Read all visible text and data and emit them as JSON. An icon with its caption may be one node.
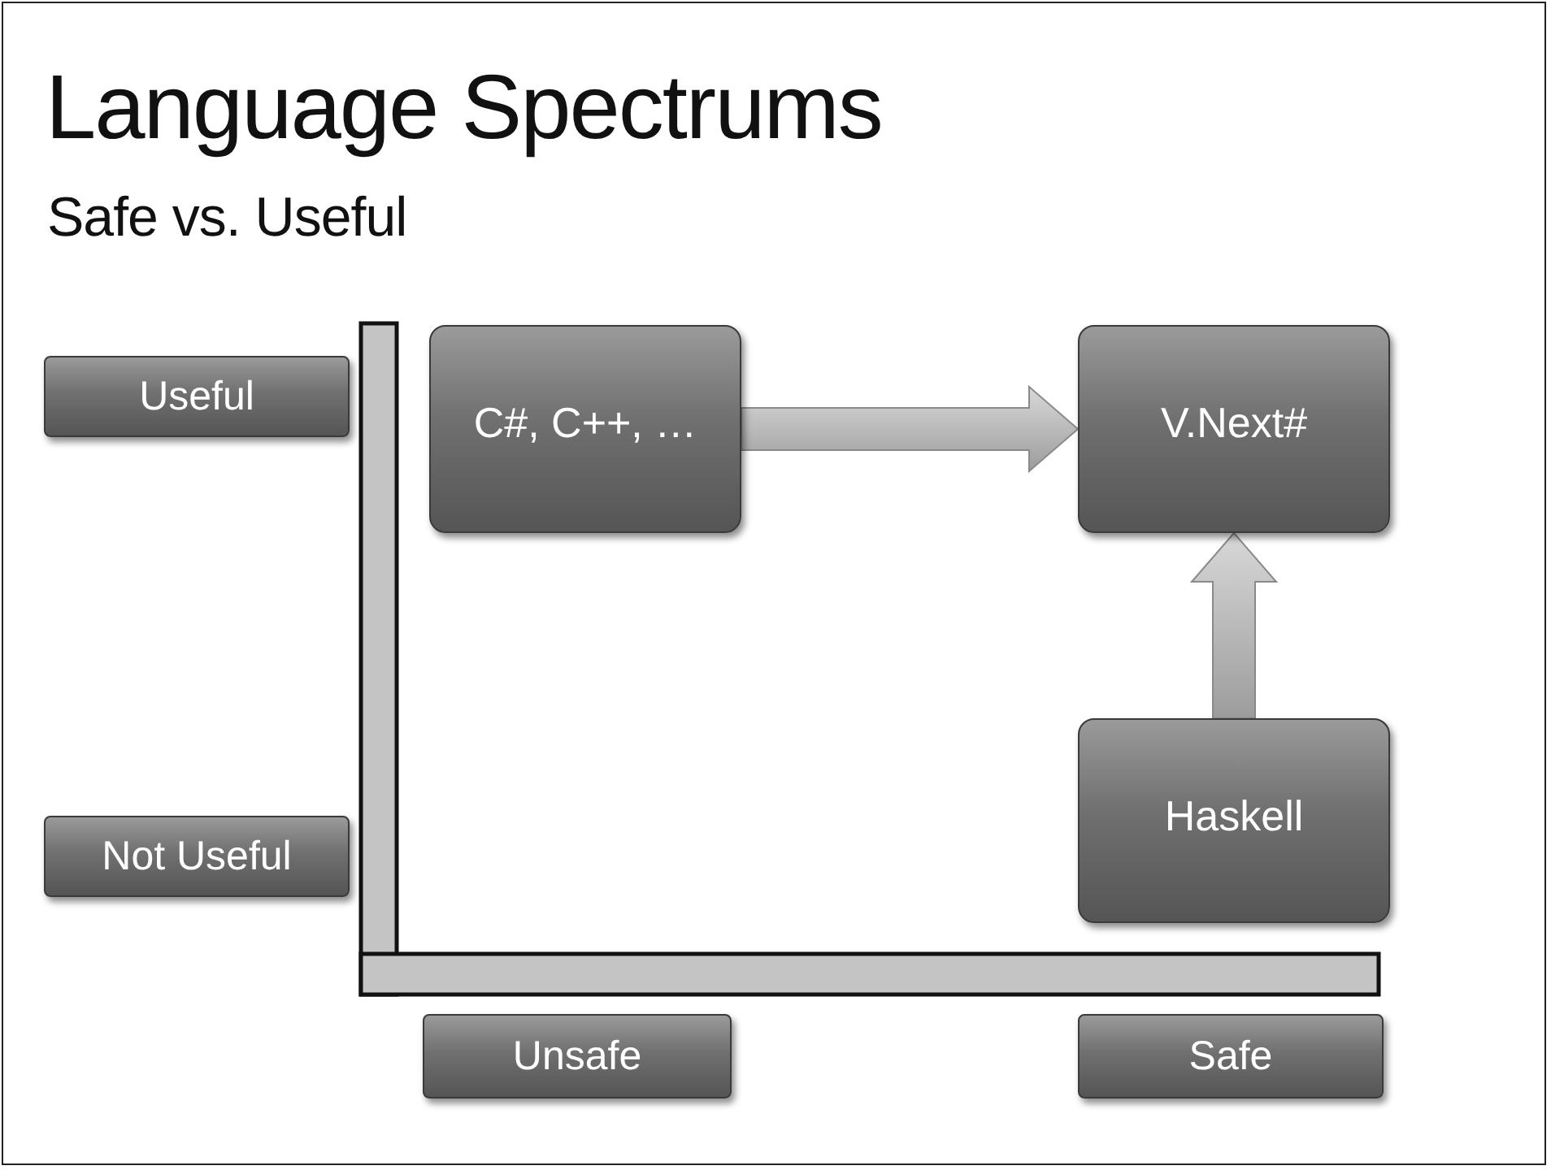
{
  "diagram": {
    "title": "Language Spectrums",
    "caption": "Safe vs. Useful",
    "nodes": [
      {
        "text": [
          "Useful"
        ]
      },
      {
        "text": [
          "Not Useful"
        ]
      },
      {
        "text": [
          "C#, C++, …"
        ]
      },
      {
        "text": [
          "V.Next#"
        ]
      },
      {
        "text": [
          "Haskell"
        ]
      },
      {
        "text": [
          "Unsafe"
        ]
      },
      {
        "text": [
          "Safe"
        ]
      }
    ],
    "edges": [
      {
        "from": 2,
        "to": 3,
        "arrow": "to"
      },
      {
        "from": 4,
        "to": 3,
        "arrow": "to"
      }
    ]
  }
}
